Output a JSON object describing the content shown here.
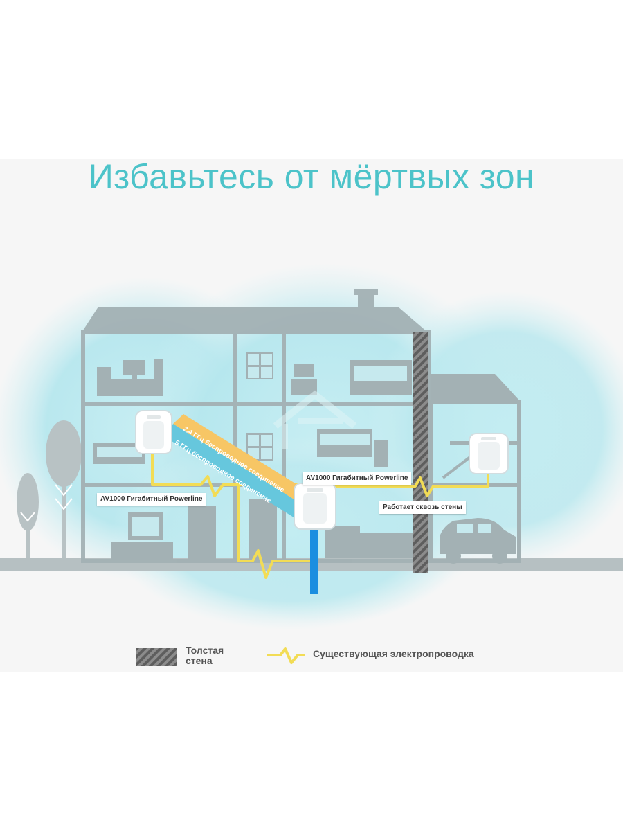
{
  "headline": "Избавьтесь от мёртвых зон",
  "labels": {
    "powerline_left": "AV1000 Гигабитный Powerline",
    "powerline_center": "AV1000 Гигабитный Powerline",
    "through_walls": "Работает сквозь стены",
    "band_24": "2.4 ГГц беспроводное соединение",
    "band_5": "5 ГГц беспроводное соединение"
  },
  "legend": {
    "thick_wall_line1": "Толстая",
    "thick_wall_line2": "стена",
    "wiring": "Существующая электропроводка"
  },
  "colors": {
    "headline": "#4cc3c9",
    "house": "#a7b4b7",
    "coverage": "#a9e1ea",
    "wiring": "#f5dc52",
    "band_24": "#f7c766",
    "band_5": "#63c6de",
    "ethernet": "#1d8fe0",
    "wall": "#6f6f6f"
  }
}
